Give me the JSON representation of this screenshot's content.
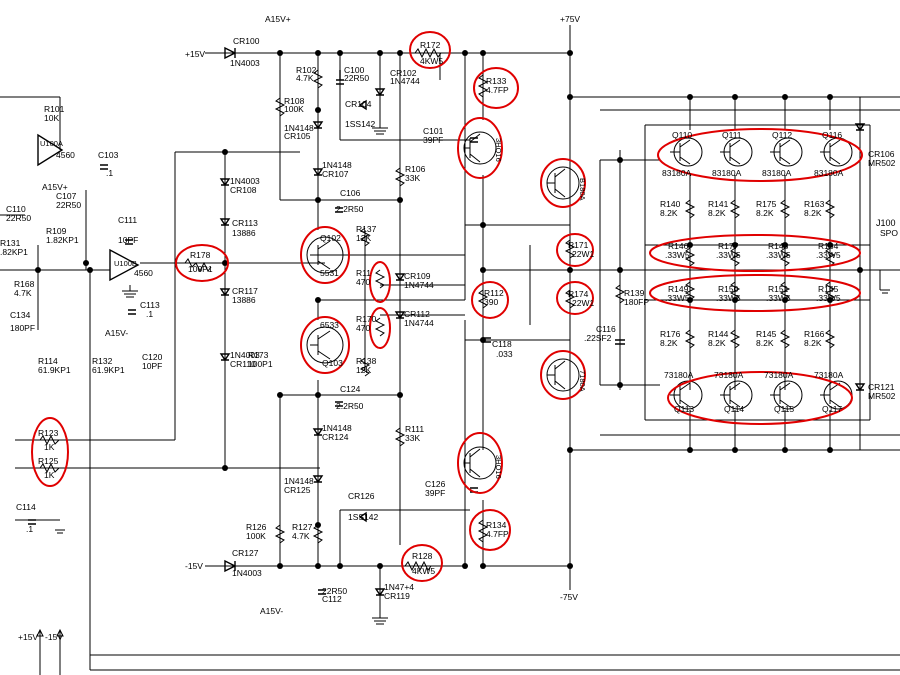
{
  "rails": {
    "plus15": "+15V",
    "minus15": "-15V",
    "plus75": "+75V",
    "minus75": "-75V",
    "a15v_plus_top": "A15V+",
    "a15v_plus_left": "A15V+",
    "a15v_minus_left": "A15V-",
    "a15v_minus_bottom": "A15V-",
    "bottom_plus15": "+15V",
    "bottom_minus15": "-15V"
  },
  "labels": {
    "cr100": "CR100",
    "cr100v": "1N4003",
    "r102": "R102",
    "r102v": "4.7K",
    "c100": "C100",
    "c100v": "22R50",
    "cr102": "CR102",
    "cr102v": "1N4744",
    "r172": "R172",
    "r172v": "4KW5",
    "r133": "R133",
    "r133v": "4.7FP",
    "r108": "R108",
    "r108v": "100K",
    "cr104": "CR104",
    "cr104v": "1SS142",
    "cr105v": "1N4148",
    "cr105": "CR105",
    "c101": "C101",
    "c101v": "39PF",
    "q108": "Q108",
    "q108v": "3HO16",
    "r101": "R101",
    "r101v": "10K",
    "u100a": "U100A",
    "u100av": "4560",
    "c103": "C103",
    "c103v": ".1",
    "cr107v": "1N4148",
    "cr107": "CR107",
    "r106": "R106",
    "r106v": "33K",
    "q109": "Q109",
    "q109v": "B180A",
    "q110": "Q110",
    "q111": "Q111",
    "q112": "Q112",
    "q116": "Q116",
    "q110v": "83180A",
    "q111v": "83180A",
    "q112v": "83180A",
    "q116v": "83180A",
    "cr106": "CR106",
    "cr106v": "MR502",
    "cr108v": "1N4003",
    "cr108": "CR108",
    "c106": "C106",
    "c106v": "2.2R50",
    "c110": "C110",
    "c110v": "22R50",
    "c107": "C107",
    "c107v": "22R50",
    "r109": "R109",
    "r109v": "1.82KP1",
    "c111": "C111",
    "c111v": "10PF",
    "cr113": "CR113",
    "cr113v": "13886",
    "r131": "R131",
    "r131v": ".82KP1",
    "q102": "Q102",
    "q102v": "5531",
    "r137": "R137",
    "r137v": "12K",
    "r140": "R140",
    "r140v": "8.2K",
    "r141": "R141",
    "r141v": "8.2K",
    "r175": "R175",
    "r175v": "8.2K",
    "r163": "R163",
    "r163v": "8.2K",
    "j100": "J100",
    "j100v": "SPO",
    "u100b": "U100B",
    "u100bv": "4560",
    "r178": "R178",
    "r178v": "100P1",
    "r171": "R171",
    "r171v": "22W1",
    "r146": "R146",
    "r146v": ".33W5",
    "r177": "R177",
    "r177v": ".33W5",
    "r148": "R148",
    "r148v": ".33W5",
    "r164": "R164",
    "r164v": ".33W5",
    "r168": "R168",
    "r168v": "4.7K",
    "r11x": "R11",
    "r11xv": "470",
    "cr109": "CR109",
    "cr109v": "1N4744",
    "cr117": "CR117",
    "cr117v": "13886",
    "r112": "R112",
    "r112v": "390",
    "r174": "R174",
    "r174v": "22W1",
    "r149": "R149",
    "r149v": ".33W5",
    "r150": "R150",
    "r150v": ".33W5",
    "r151": "R151",
    "r151v": ".33W5",
    "r165": "R165",
    "r165v": ".33W5",
    "r139": "R139",
    "r139v": "180FP",
    "c113": "C113",
    "c113v": ".1",
    "c134": "C134",
    "c134v": "180PF",
    "r170": "R170",
    "r170v": "470",
    "cr112": "CR112",
    "cr112v": "1N4744",
    "q103": "Q103",
    "q103v": "6533",
    "c118": "C118",
    "c118v": ".033",
    "c116": "C116",
    "c116v": ".22SF2",
    "r176": "R176",
    "r176v": "8.2K",
    "r144": "R144",
    "r144v": "8.2K",
    "r145": "R145",
    "r145v": "8.2K",
    "r166": "R166",
    "r166v": "8.2K",
    "cr110v": "1N4003",
    "cr110": "CR110",
    "r173": "R173",
    "r173v": "100P1",
    "r114": "R114",
    "r114v": "61.9KP1",
    "r132": "R132",
    "r132v": "61.9KP1",
    "c120": "C120",
    "c120v": "10PF",
    "r138": "R138",
    "r138v": "12K",
    "q113": "Q113",
    "q114": "Q114",
    "q115": "Q115",
    "q117": "Q117",
    "q113v": "73180A",
    "q114v": "73180A",
    "q115v": "73180A",
    "q117v": "73180A",
    "q107": "Q107",
    "q107v": "7180A",
    "cr121": "CR121",
    "cr121v": "MR502",
    "c124": "C124",
    "c124v": "2.2R50",
    "cr124v": "1N4148",
    "cr124": "CR124",
    "r111": "R111",
    "r111v": "33K",
    "r123": "R123",
    "r123v": "1K",
    "r125": "R125",
    "r125v": "1K",
    "q109b": "Q109",
    "q109bv": "3HO16",
    "cr125v": "1N4148",
    "cr125": "CR125",
    "cr126": "CR126",
    "cr126v": "1SS142",
    "c126": "C126",
    "c126v": "39PF",
    "c114": "C114",
    "c114v": ".1",
    "r126": "R126",
    "r126v": "100K",
    "r127": "R127",
    "r127v": "4.7K",
    "r134": "R134",
    "r134v": "4.7FP",
    "cr127": "CR127",
    "cr127v": "1N4003",
    "r128": "R128",
    "r128v": "4KW5",
    "c112v": "22R50",
    "c112": "C112",
    "cr119v": "1N47+4",
    "cr119": "CR119"
  }
}
